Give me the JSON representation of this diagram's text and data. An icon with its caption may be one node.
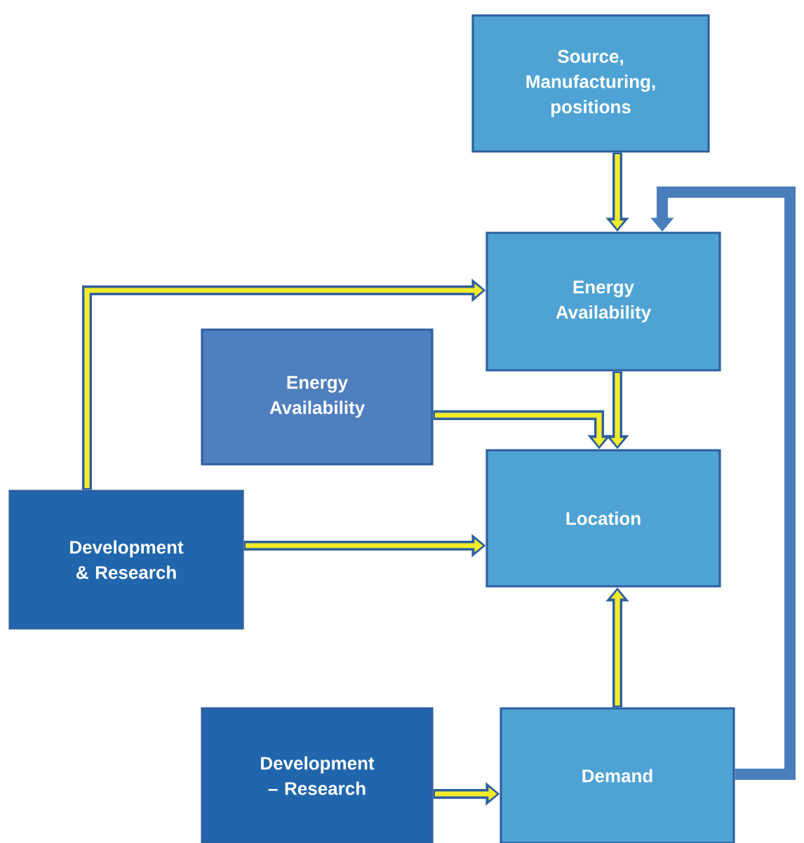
{
  "diagram": {
    "nodes": [
      {
        "text": [
          "Source, Manufacturing, positions"
        ]
      },
      {
        "text": [
          "Energy Availability"
        ]
      },
      {
        "text": [
          "Energy Availability"
        ]
      },
      {
        "text": [
          "Development & Research"
        ]
      },
      {
        "text": [
          "Location"
        ]
      },
      {
        "text": [
          "Development – Research"
        ]
      },
      {
        "text": [
          "Demand"
        ]
      }
    ],
    "edges": [
      {
        "from": 0,
        "to": 1,
        "arrow": "to"
      },
      {
        "from": 1,
        "to": 4,
        "arrow": "to"
      },
      {
        "from": 2,
        "to": 4,
        "arrow": "to"
      },
      {
        "from": 3,
        "to": 1,
        "arrow": "to"
      },
      {
        "from": 3,
        "to": 4,
        "arrow": "to"
      },
      {
        "from": 5,
        "to": 6,
        "arrow": "to"
      },
      {
        "from": 6,
        "to": 4,
        "arrow": "to"
      },
      {
        "from": 6,
        "to": 1,
        "arrow": "to",
        "style": "thick",
        "color": "#4a7ebb"
      }
    ]
  }
}
